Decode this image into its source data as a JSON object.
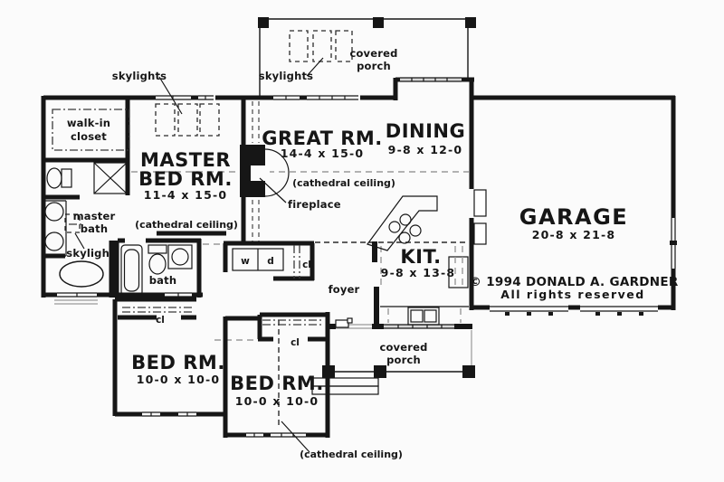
{
  "title": "House floor plan",
  "colors": {
    "ink": "#161616",
    "gray": "#9a9a9a",
    "sill": "#d6d6d6",
    "bg": "#fbfbfb"
  },
  "rooms": {
    "master_bed": {
      "line1": "MASTER",
      "line2": "BED RM.",
      "dims": "11-4 x 15-0",
      "ceiling": "(cathedral ceiling)"
    },
    "great_room": {
      "name": "GREAT RM.",
      "dims": "14-4 x 15-0",
      "ceiling": "(cathedral ceiling)"
    },
    "dining": {
      "name": "DINING",
      "dims": "9-8 x 12-0"
    },
    "kitchen": {
      "name": "KIT.",
      "dims": "9-8 x 13-8"
    },
    "garage": {
      "name": "GARAGE",
      "dims": "20-8 x 21-8"
    },
    "bedroom_left": {
      "name": "BED RM.",
      "dims": "10-0 x 10-0"
    },
    "bedroom_center": {
      "name": "BED RM.",
      "dims": "10-0 x 10-0",
      "ceiling": "(cathedral ceiling)"
    },
    "foyer": {
      "name": "foyer"
    },
    "bath": {
      "name": "bath"
    },
    "master_bath": {
      "line1": "master",
      "line2": "bath"
    },
    "walk_in_closet": {
      "line1": "walk-in",
      "line2": "closet"
    }
  },
  "porches": {
    "top": {
      "line1": "covered",
      "line2": "porch"
    },
    "bottom": {
      "line1": "covered",
      "line2": "porch"
    }
  },
  "annotations": {
    "skylights_bedroom": "skylights",
    "skylights_porch": "skylights",
    "skylight_bath": "skylight",
    "fireplace": "fireplace",
    "closet_hall": "cl",
    "closet_bed_left": "cl",
    "closet_bed_center": "cl",
    "washer": "w",
    "dryer": "d"
  },
  "copyright": {
    "line1": "© 1994 DONALD A. GARDNER",
    "line2": "All rights reserved"
  }
}
